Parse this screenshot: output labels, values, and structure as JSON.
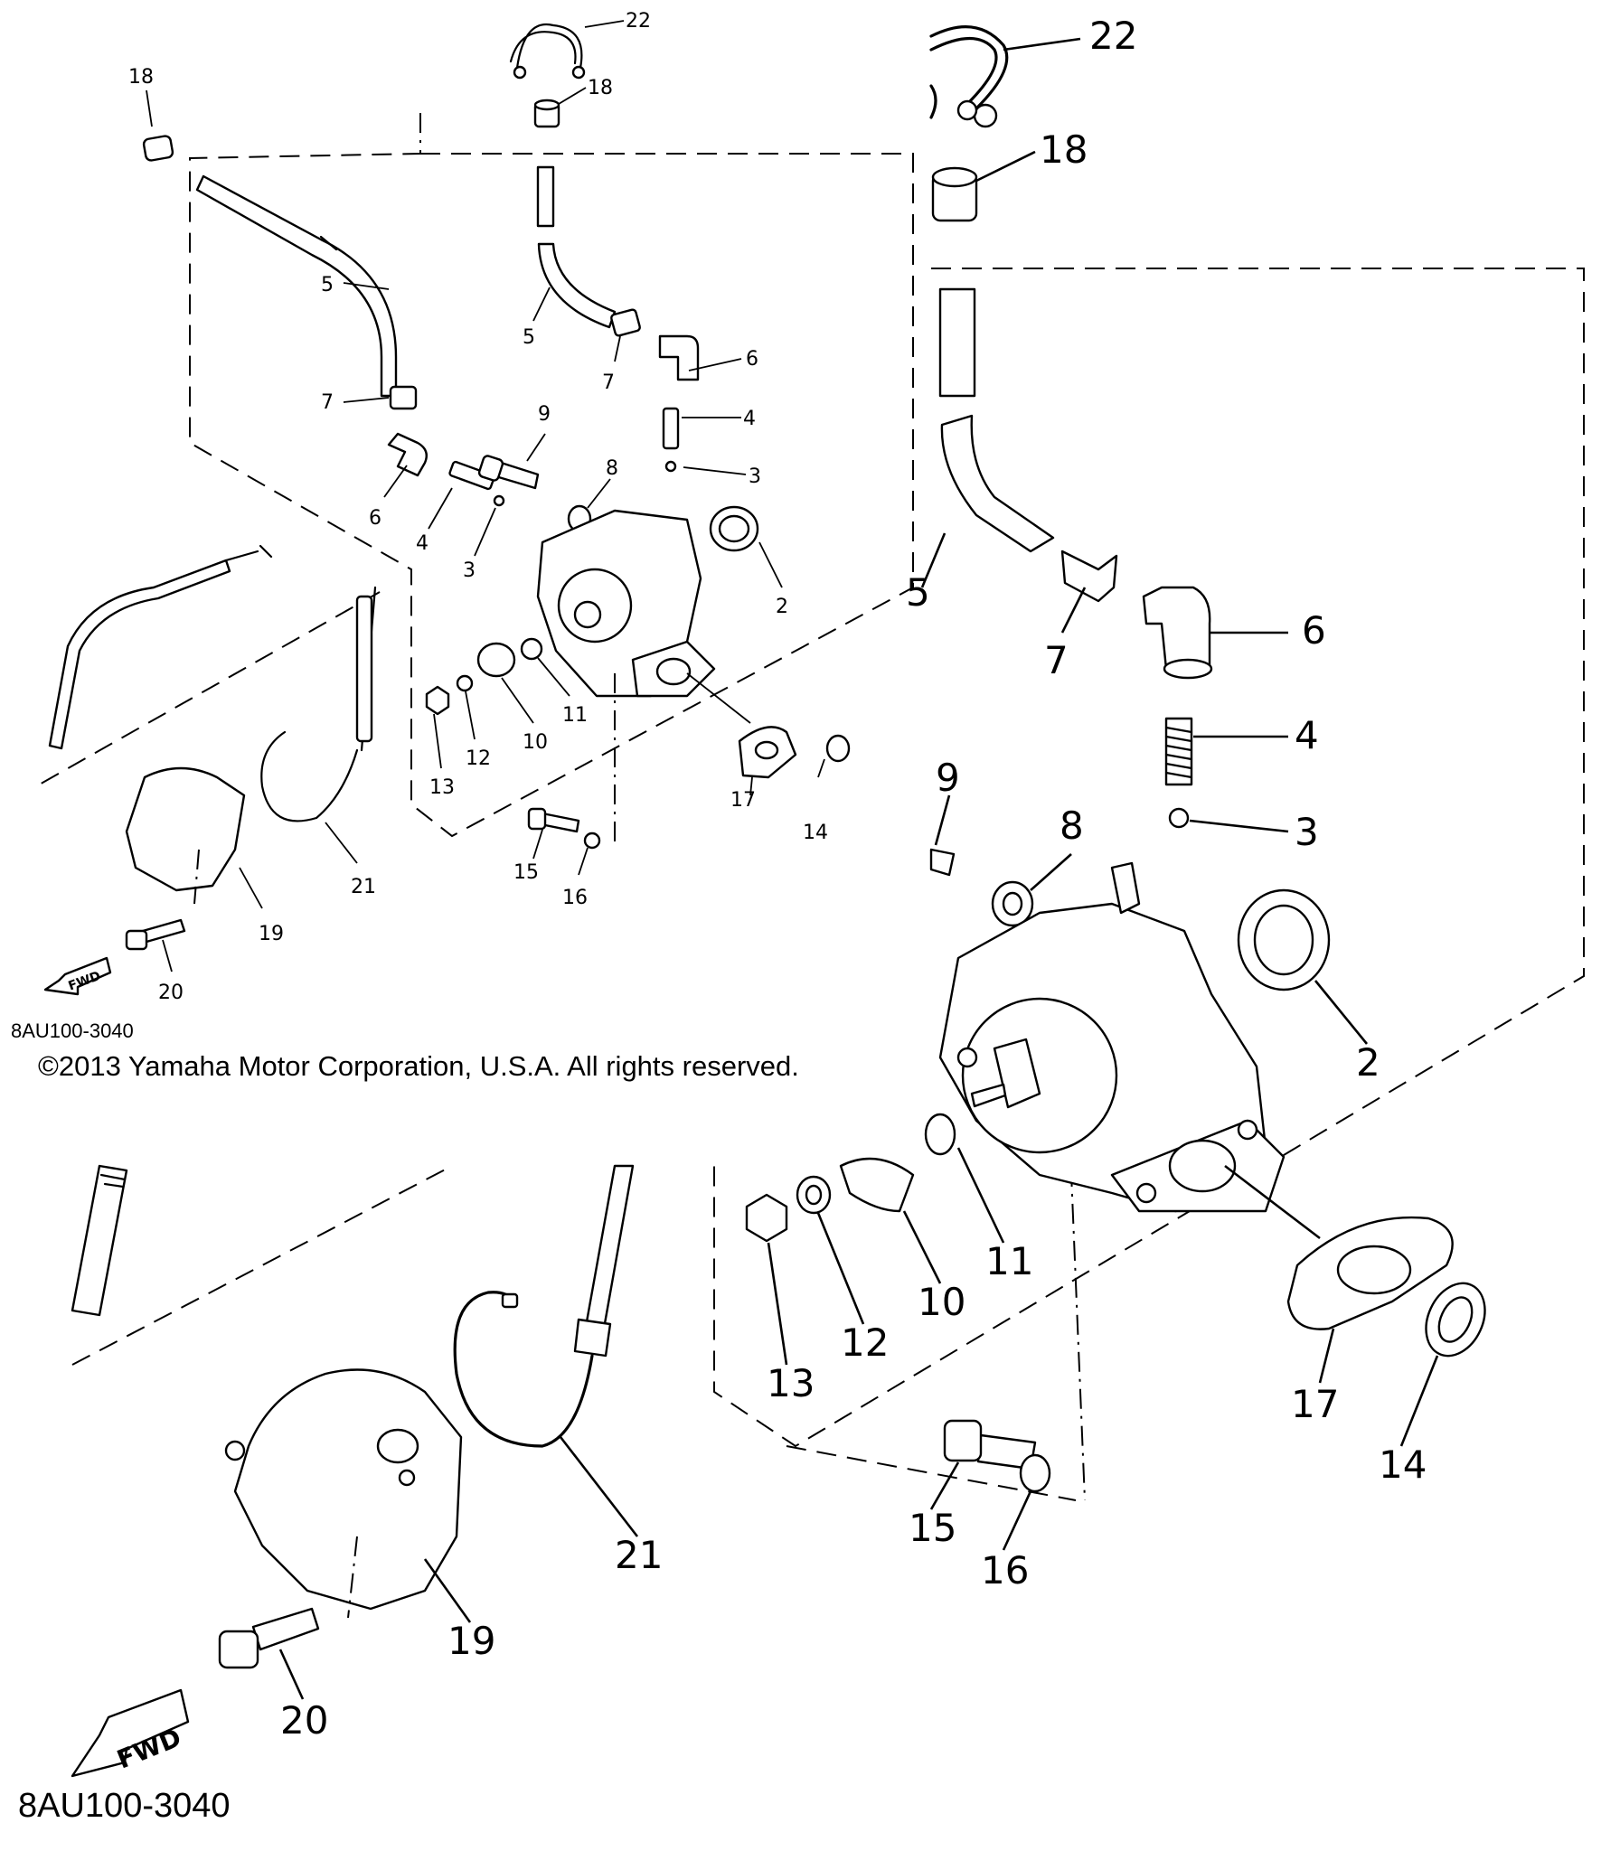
{
  "callouts_small": [
    "22",
    "18",
    "18",
    "5",
    "5",
    "7",
    "7",
    "6",
    "6",
    "9",
    "8",
    "4",
    "4",
    "3",
    "3",
    "2",
    "13",
    "12",
    "10",
    "11",
    "17",
    "14",
    "15",
    "16",
    "21",
    "19",
    "20"
  ],
  "callouts_big": [
    "22",
    "18",
    "5",
    "6",
    "7",
    "9",
    "8",
    "4",
    "3",
    "2",
    "11",
    "10",
    "12",
    "13",
    "17",
    "14",
    "15",
    "16",
    "21",
    "19",
    "20"
  ],
  "fwd_label": "FWD",
  "part_code": "8AU100-3040",
  "copyright": "©2013 Yamaha Motor Corporation, U.S.A. All rights reserved."
}
